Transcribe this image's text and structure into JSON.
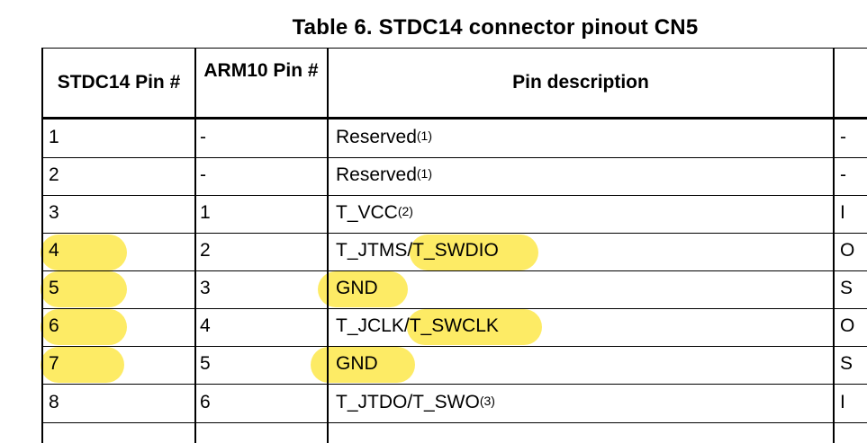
{
  "title": "Table 6. STDC14 connector pinout CN5",
  "headers": {
    "col1": "STDC14 Pin #",
    "col2": "ARM10 Pin #",
    "col3": "Pin description"
  },
  "rows": [
    {
      "stdc14": "1",
      "arm10": "-",
      "desc": "Reserved",
      "note": "(1)",
      "dir": "-",
      "highlight": false
    },
    {
      "stdc14": "2",
      "arm10": "-",
      "desc": "Reserved",
      "note": "(1)",
      "dir": "-",
      "highlight": false
    },
    {
      "stdc14": "3",
      "arm10": "1",
      "desc": "T_VCC",
      "note": "(2)",
      "dir": "I",
      "highlight": false
    },
    {
      "stdc14": "4",
      "arm10": "2",
      "desc": "T_JTMS/T_SWDIO",
      "note": "",
      "dir": "O",
      "highlight": true
    },
    {
      "stdc14": "5",
      "arm10": "3",
      "desc": "GND",
      "note": "",
      "dir": "S",
      "highlight": true
    },
    {
      "stdc14": "6",
      "arm10": "4",
      "desc": "T_JCLK/T_SWCLK",
      "note": "",
      "dir": "O",
      "highlight": true
    },
    {
      "stdc14": "7",
      "arm10": "5",
      "desc": "GND",
      "note": "",
      "dir": "S",
      "highlight": true
    },
    {
      "stdc14": "8",
      "arm10": "6",
      "desc": "T_JTDO/T_SWO",
      "note": "(3)",
      "dir": "I",
      "highlight": false
    }
  ],
  "colors": {
    "highlight": "#fde74a",
    "lines": "#000000",
    "text": "#000000"
  }
}
